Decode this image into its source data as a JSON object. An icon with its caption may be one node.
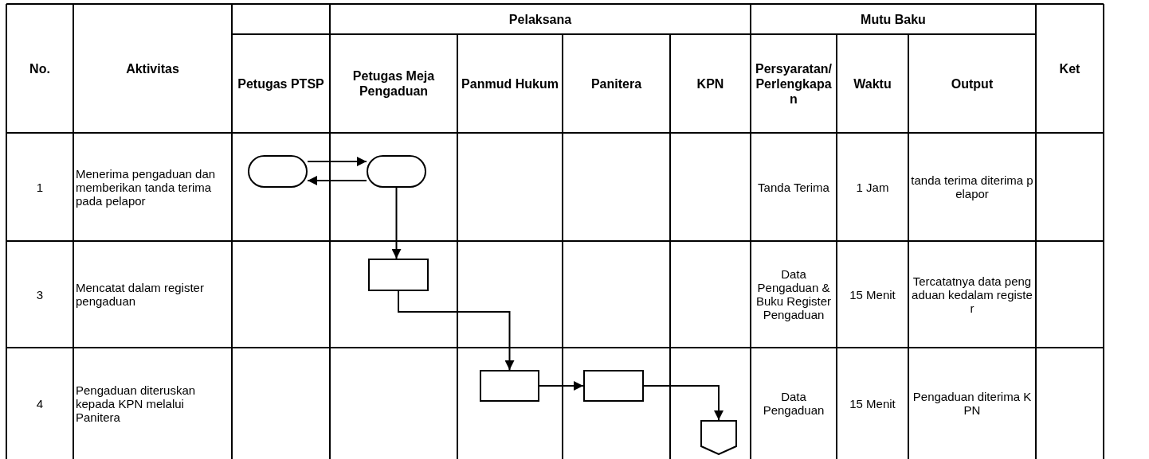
{
  "diagram": {
    "nodes": [
      {
        "text": [],
        "shape": "terminator"
      },
      {
        "text": [],
        "shape": "terminator"
      },
      {
        "text": [],
        "shape": "box"
      },
      {
        "text": [],
        "shape": "box"
      },
      {
        "text": [],
        "shape": "box"
      },
      {
        "text": [],
        "shape": "pentagon"
      }
    ],
    "edges": [
      {
        "from": 0,
        "to": 1,
        "arrow": "to"
      },
      {
        "from": 1,
        "to": 0,
        "arrow": "to"
      },
      {
        "from": 1,
        "to": 2,
        "arrow": "to"
      },
      {
        "from": 2,
        "to": 3,
        "arrow": "to"
      },
      {
        "from": 3,
        "to": 4,
        "arrow": "to"
      },
      {
        "from": 4,
        "to": 5,
        "arrow": "to"
      }
    ],
    "labels": [
      "No.",
      "Aktivitas",
      "Pelaksana",
      "Mutu Baku",
      "Ket",
      "Petugas PTSP",
      "Petugas Meja Pengaduan",
      "Panmud Hukum",
      "Panitera",
      "KPN",
      "Persyaratan/ Perlengkapan",
      "Waktu",
      "Output",
      "1",
      "Menerima pengaduan dan memberikan tanda terima pada pelapor",
      "Tanda Terima",
      "1 Jam",
      "tanda terima diterima pelapor",
      "3",
      "Mencatat dalam register pengaduan",
      "Data Pengaduan & Buku Register Pengaduan",
      "15 Menit",
      "Tercatatnya data pengaduan kedalam register",
      "4",
      "Pengaduan diteruskan kepada KPN melalui Panitera",
      "Data Pengaduan",
      "15 Menit",
      "Pengaduan diterima KPN"
    ]
  }
}
